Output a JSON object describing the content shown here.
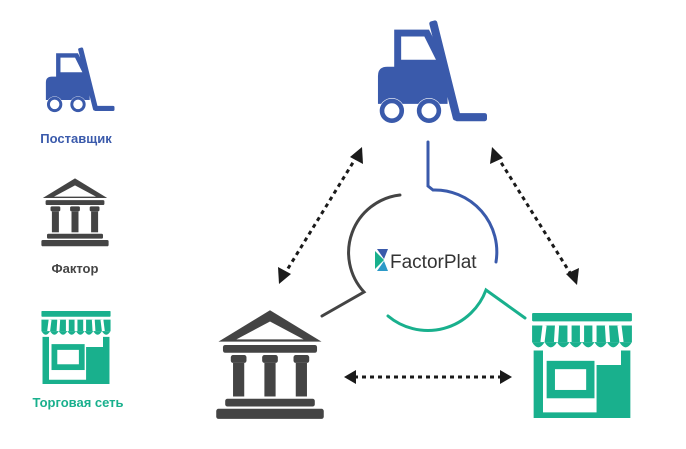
{
  "colors": {
    "supplier": "#3a5aab",
    "factor": "#444444",
    "retail": "#19b08d",
    "arrow": "#1a1a1a",
    "logo_text": "#333333"
  },
  "legend": {
    "supplier_label": "Поставщик",
    "factor_label": "Фактор",
    "retail_label": "Торговая сеть"
  },
  "logo": {
    "text": "FactorPlat",
    "icon": "factorplat-logo-icon"
  },
  "icons": {
    "supplier": "forklift-icon",
    "factor": "bank-icon",
    "retail": "store-icon"
  }
}
